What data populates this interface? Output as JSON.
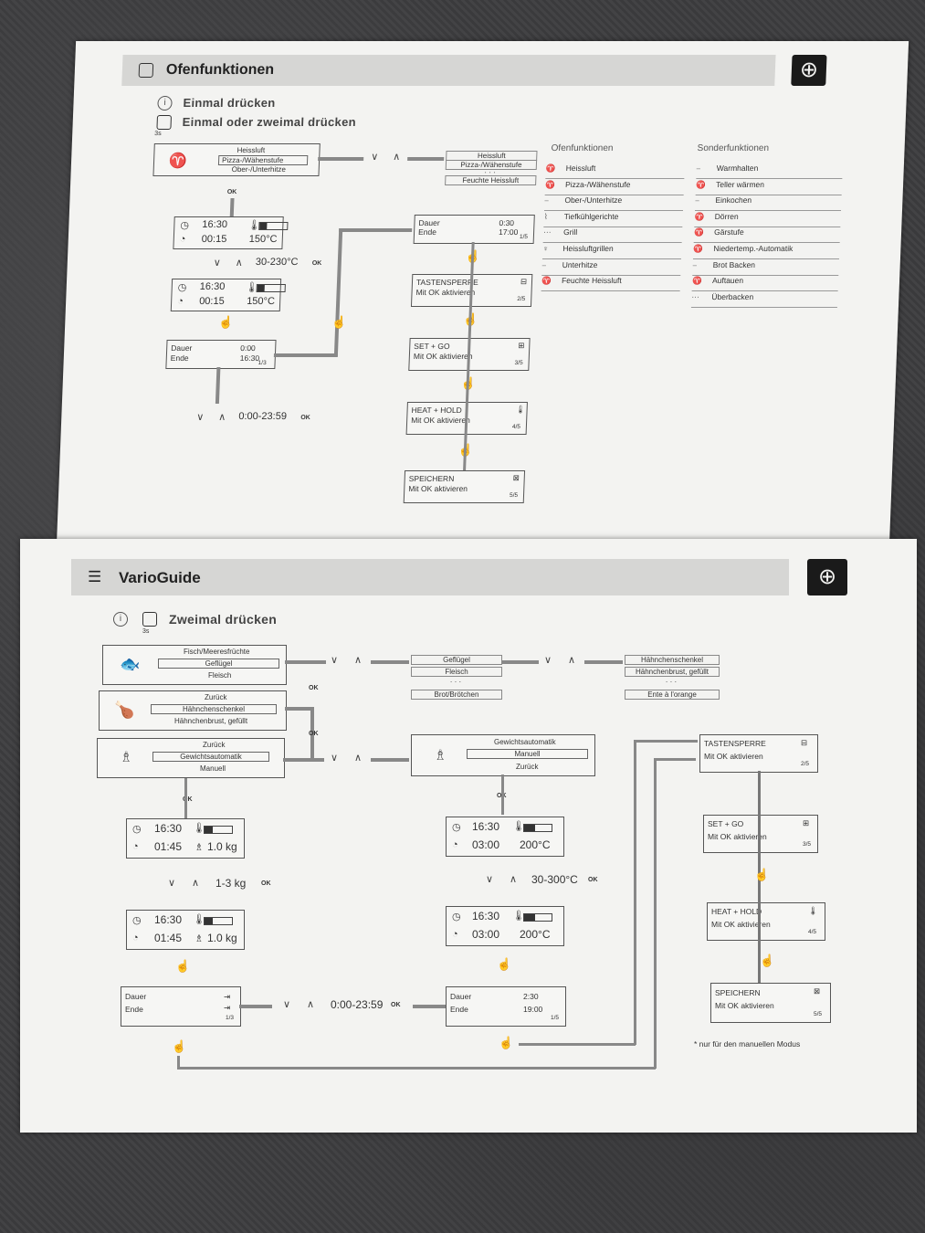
{
  "top": {
    "title": "Ofenfunktionen",
    "press_once": "Einmal drücken",
    "press_once_twice": "Einmal oder zweimal drücken",
    "hint_3s": "3s",
    "menu": [
      "Heissluft",
      "Pizza-/Wähenstufe",
      "Ober-/Unterhitze"
    ],
    "menu2": [
      "Heissluft",
      "Pizza-/Wähenstufe",
      "· · ·",
      "Feuchte Heissluft"
    ],
    "ok": "OK",
    "display1": {
      "time": "16:30",
      "timer": "00:15",
      "temp": "150°C"
    },
    "temp_range": "30-230°C",
    "display2": {
      "time": "16:30",
      "timer": "00:15",
      "temp": "150°C"
    },
    "duration_box": {
      "dauer": "Dauer",
      "ende": "Ende",
      "dauer_val": "0:00",
      "ende_val": "16:30",
      "page": "1/3"
    },
    "time_range": "0:00-23:59",
    "right_boxes": [
      {
        "l1": "Dauer",
        "l2": "Ende",
        "v1": "0:30",
        "v2": "17:00",
        "page": "1/5"
      },
      {
        "l1": "TASTENSPERRE",
        "l2": "Mit OK aktivieren",
        "page": "2/5"
      },
      {
        "l1": "SET + GO",
        "l2": "Mit OK aktivieren",
        "page": "3/5"
      },
      {
        "l1": "HEAT + HOLD",
        "l2": "Mit OK aktivieren",
        "page": "4/5"
      },
      {
        "l1": "SPEICHERN",
        "l2": "Mit OK aktivieren",
        "page": "5/5"
      }
    ],
    "oven_functions_title": "Ofenfunktionen",
    "oven_functions": [
      "Heissluft",
      "Pizza-/Wähenstufe",
      "Ober-/Unterhitze",
      "Tiefkühlgerichte",
      "Grill",
      "Heissluftgrillen",
      "Unterhitze",
      "Feuchte Heissluft"
    ],
    "special_functions_title": "Sonderfunktionen",
    "special_functions": [
      "Warmhalten",
      "Teller wärmen",
      "Einkochen",
      "Dörren",
      "Gärstufe",
      "Niedertemp.-Automatik",
      "Brot Backen",
      "Auftauen",
      "Überbacken"
    ]
  },
  "bottom": {
    "title": "VarioGuide",
    "press_twice": "Zweimal drücken",
    "hint_3s": "3s",
    "menu1": [
      "Fisch/Meeresfrüchte",
      "Geflügel",
      "Fleisch"
    ],
    "menu2": [
      "Zurück",
      "Hähnchenschenkel",
      "Hähnchenbrust, gefüllt"
    ],
    "menu3": [
      "Zurück",
      "Gewichtsautomatik",
      "Manuell"
    ],
    "list_a": [
      "Geflügel",
      "Fleisch",
      "· · ·",
      "Brot/Brötchen"
    ],
    "list_b": [
      "Hähnchenschenkel",
      "Hähnchenbrust, gefüllt",
      "· · ·",
      "Ente à l'orange"
    ],
    "menu4": [
      "Gewichtsautomatik",
      "Manuell",
      "Zurück"
    ],
    "ok": "OK",
    "disp_l1": {
      "time": "16:30",
      "timer": "01:45",
      "weight": "1.0 kg"
    },
    "weight_range": "1-3 kg",
    "disp_l2": {
      "time": "16:30",
      "timer": "01:45",
      "weight": "1.0 kg"
    },
    "disp_m1": {
      "time": "16:30",
      "timer": "03:00",
      "temp": "200°C"
    },
    "temp_range": "30-300°C",
    "disp_m2": {
      "time": "16:30",
      "timer": "03:00",
      "temp": "200°C"
    },
    "dur_left": {
      "dauer": "Dauer",
      "ende": "Ende",
      "page": "1/3"
    },
    "time_range": "0:00-23:59",
    "dur_mid": {
      "dauer": "Dauer",
      "ende": "Ende",
      "v1": "2:30",
      "v2": "19:00",
      "page": "1/5"
    },
    "right_boxes": [
      {
        "l1": "TASTENSPERRE",
        "l2": "Mit OK aktivieren",
        "page": "2/5"
      },
      {
        "l1": "SET + GO",
        "l2": "Mit OK aktivieren",
        "page": "3/5"
      },
      {
        "l1": "HEAT + HOLD",
        "l2": "Mit OK aktivieren",
        "page": "4/5"
      },
      {
        "l1": "SPEICHERN",
        "l2": "Mit OK aktivieren",
        "page": "5/5"
      }
    ],
    "footnote": "* nur für den manuellen Modus"
  }
}
